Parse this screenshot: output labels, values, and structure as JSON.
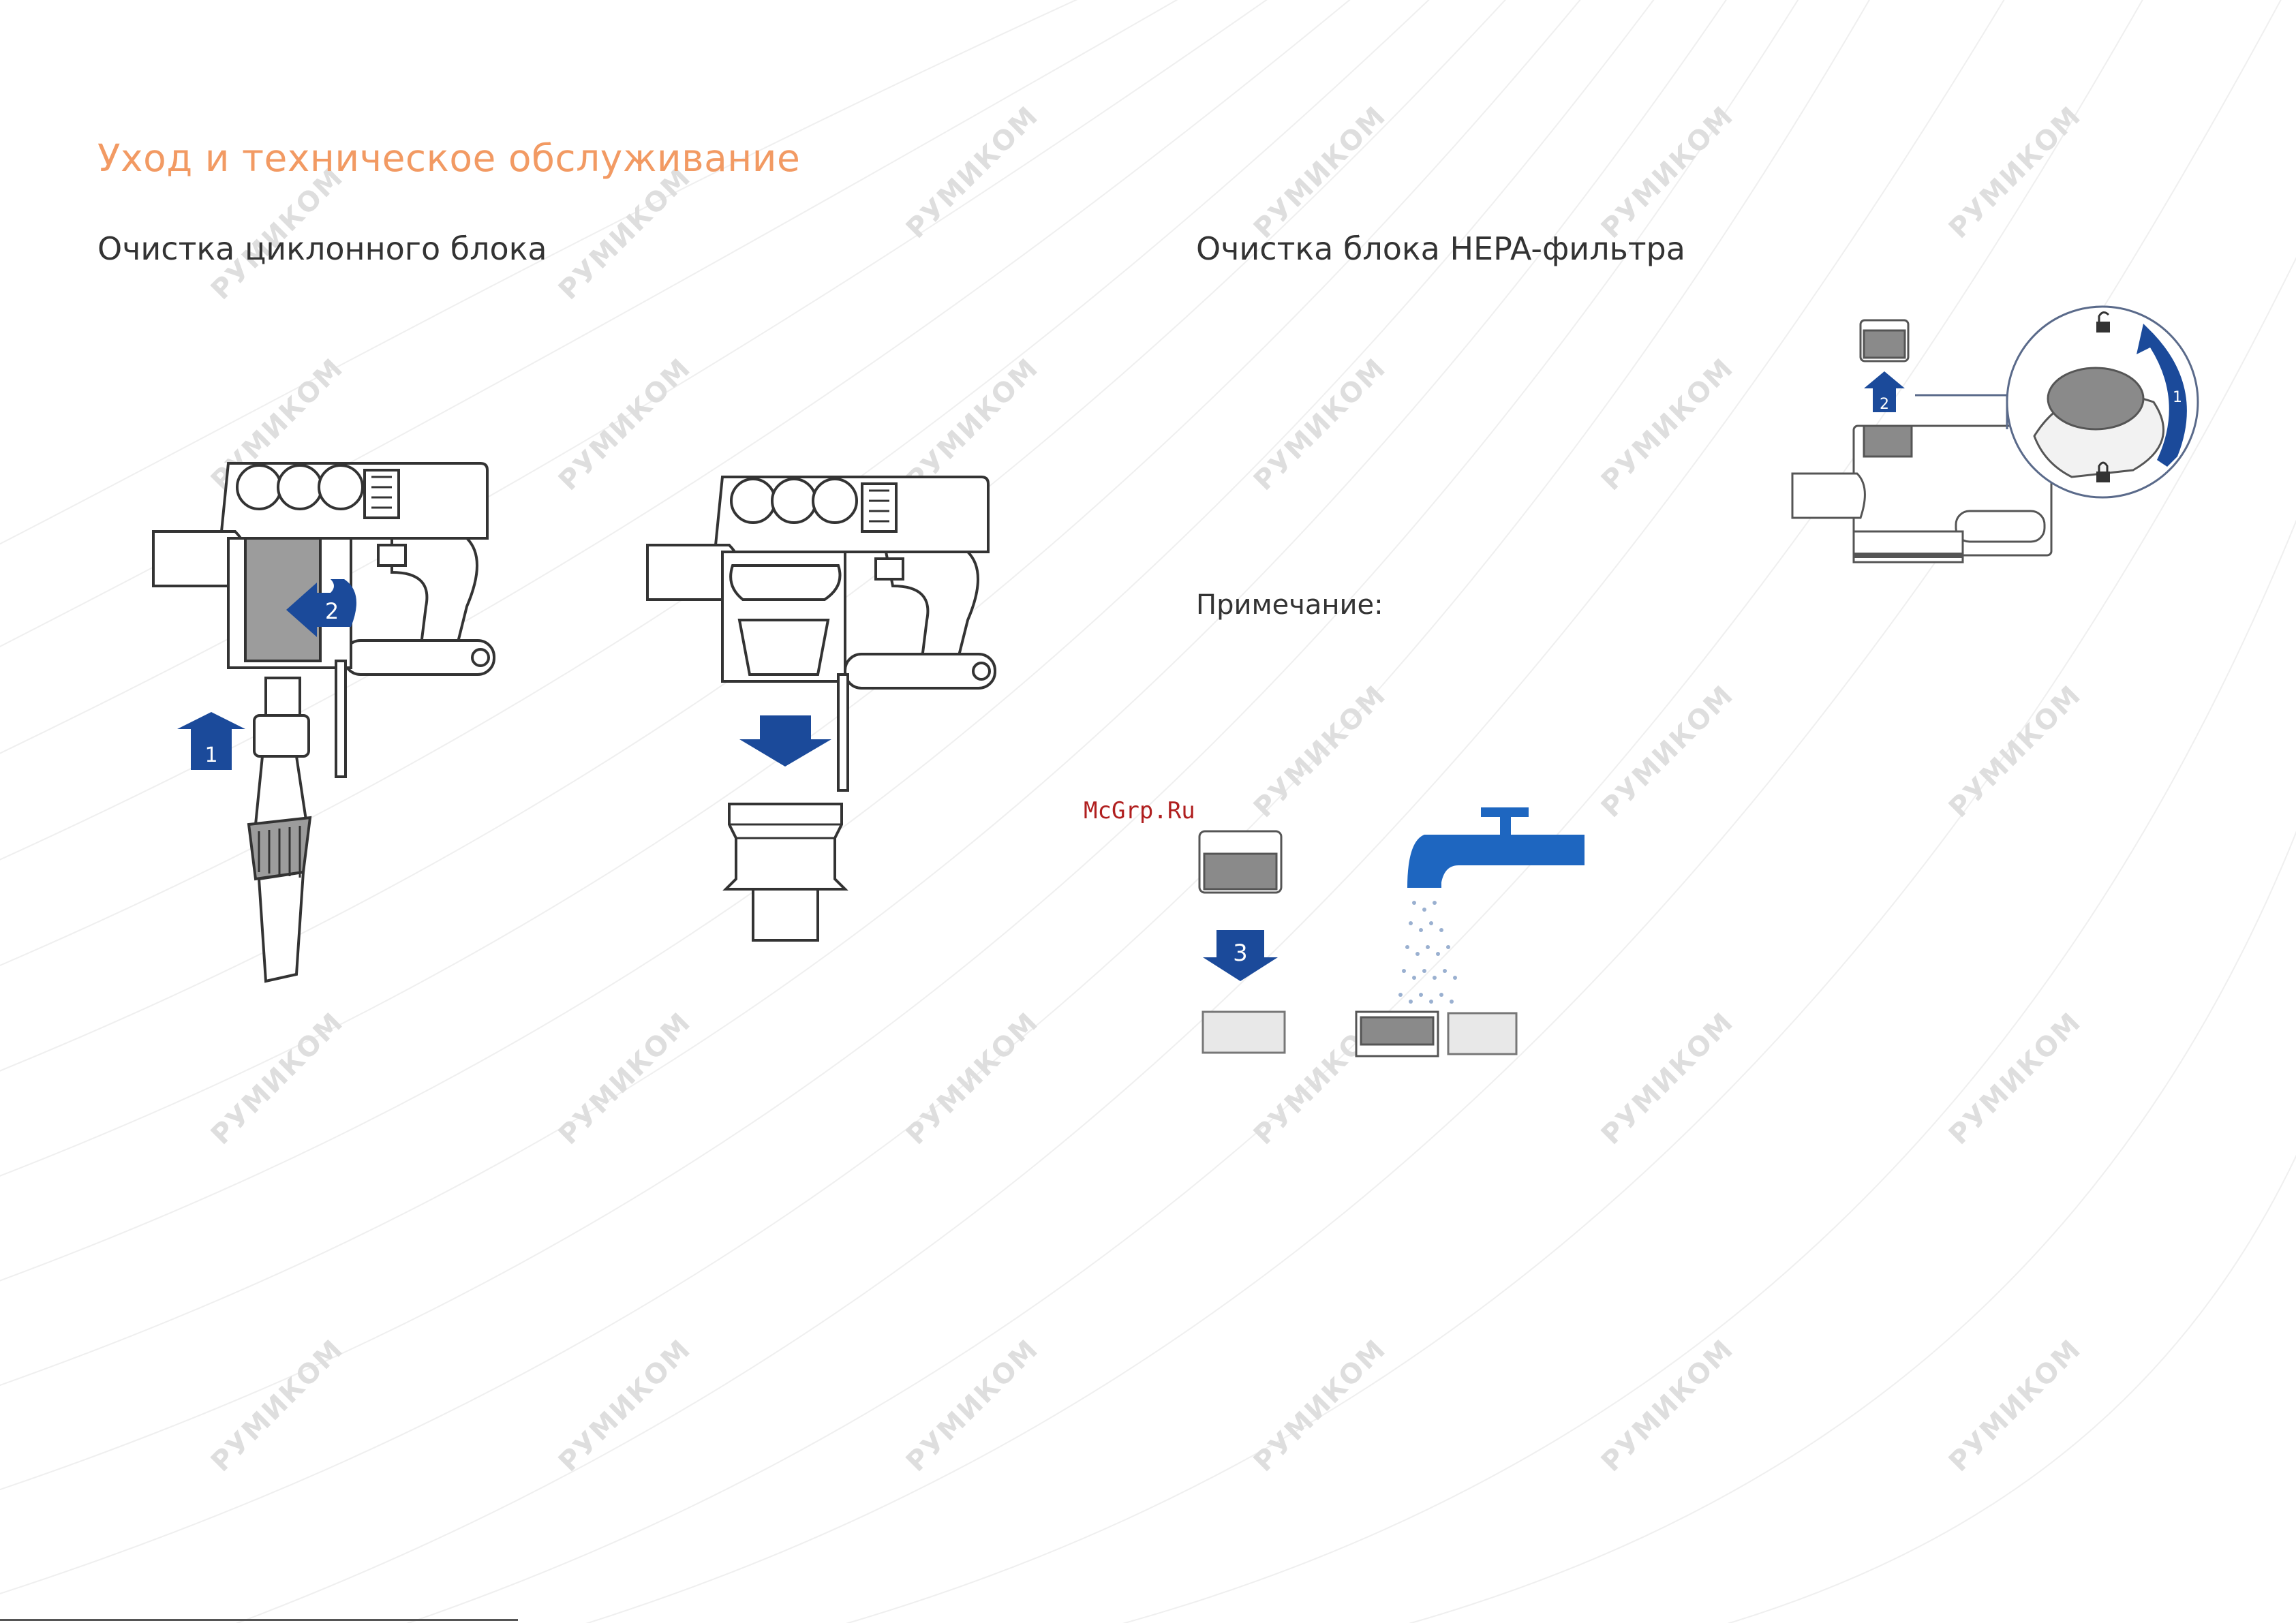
{
  "page": {
    "title": "Уход и техническое обслуживание",
    "section_left": "Очистка циклонного блока",
    "section_right": "Очистка блока HEPA-фильтра",
    "note_label": "Примечание:",
    "source_mark": "McGrp.Ru"
  },
  "watermark": {
    "text": "РУМИКОМ"
  },
  "illustrations": {
    "cyclone_removal": {
      "steps": [
        "1",
        "2"
      ]
    },
    "cyclone_dropped": {
      "steps": []
    },
    "hepa_removal": {
      "steps": [
        "1",
        "2"
      ],
      "icons": [
        "unlock-icon",
        "lock-icon"
      ]
    },
    "hepa_washing": {
      "steps": [
        "3"
      ]
    }
  },
  "colors": {
    "accent": "#f29a63",
    "arrow_blue": "#1b4a9a",
    "tap_blue": "#1e66c0",
    "line": "#333333"
  }
}
